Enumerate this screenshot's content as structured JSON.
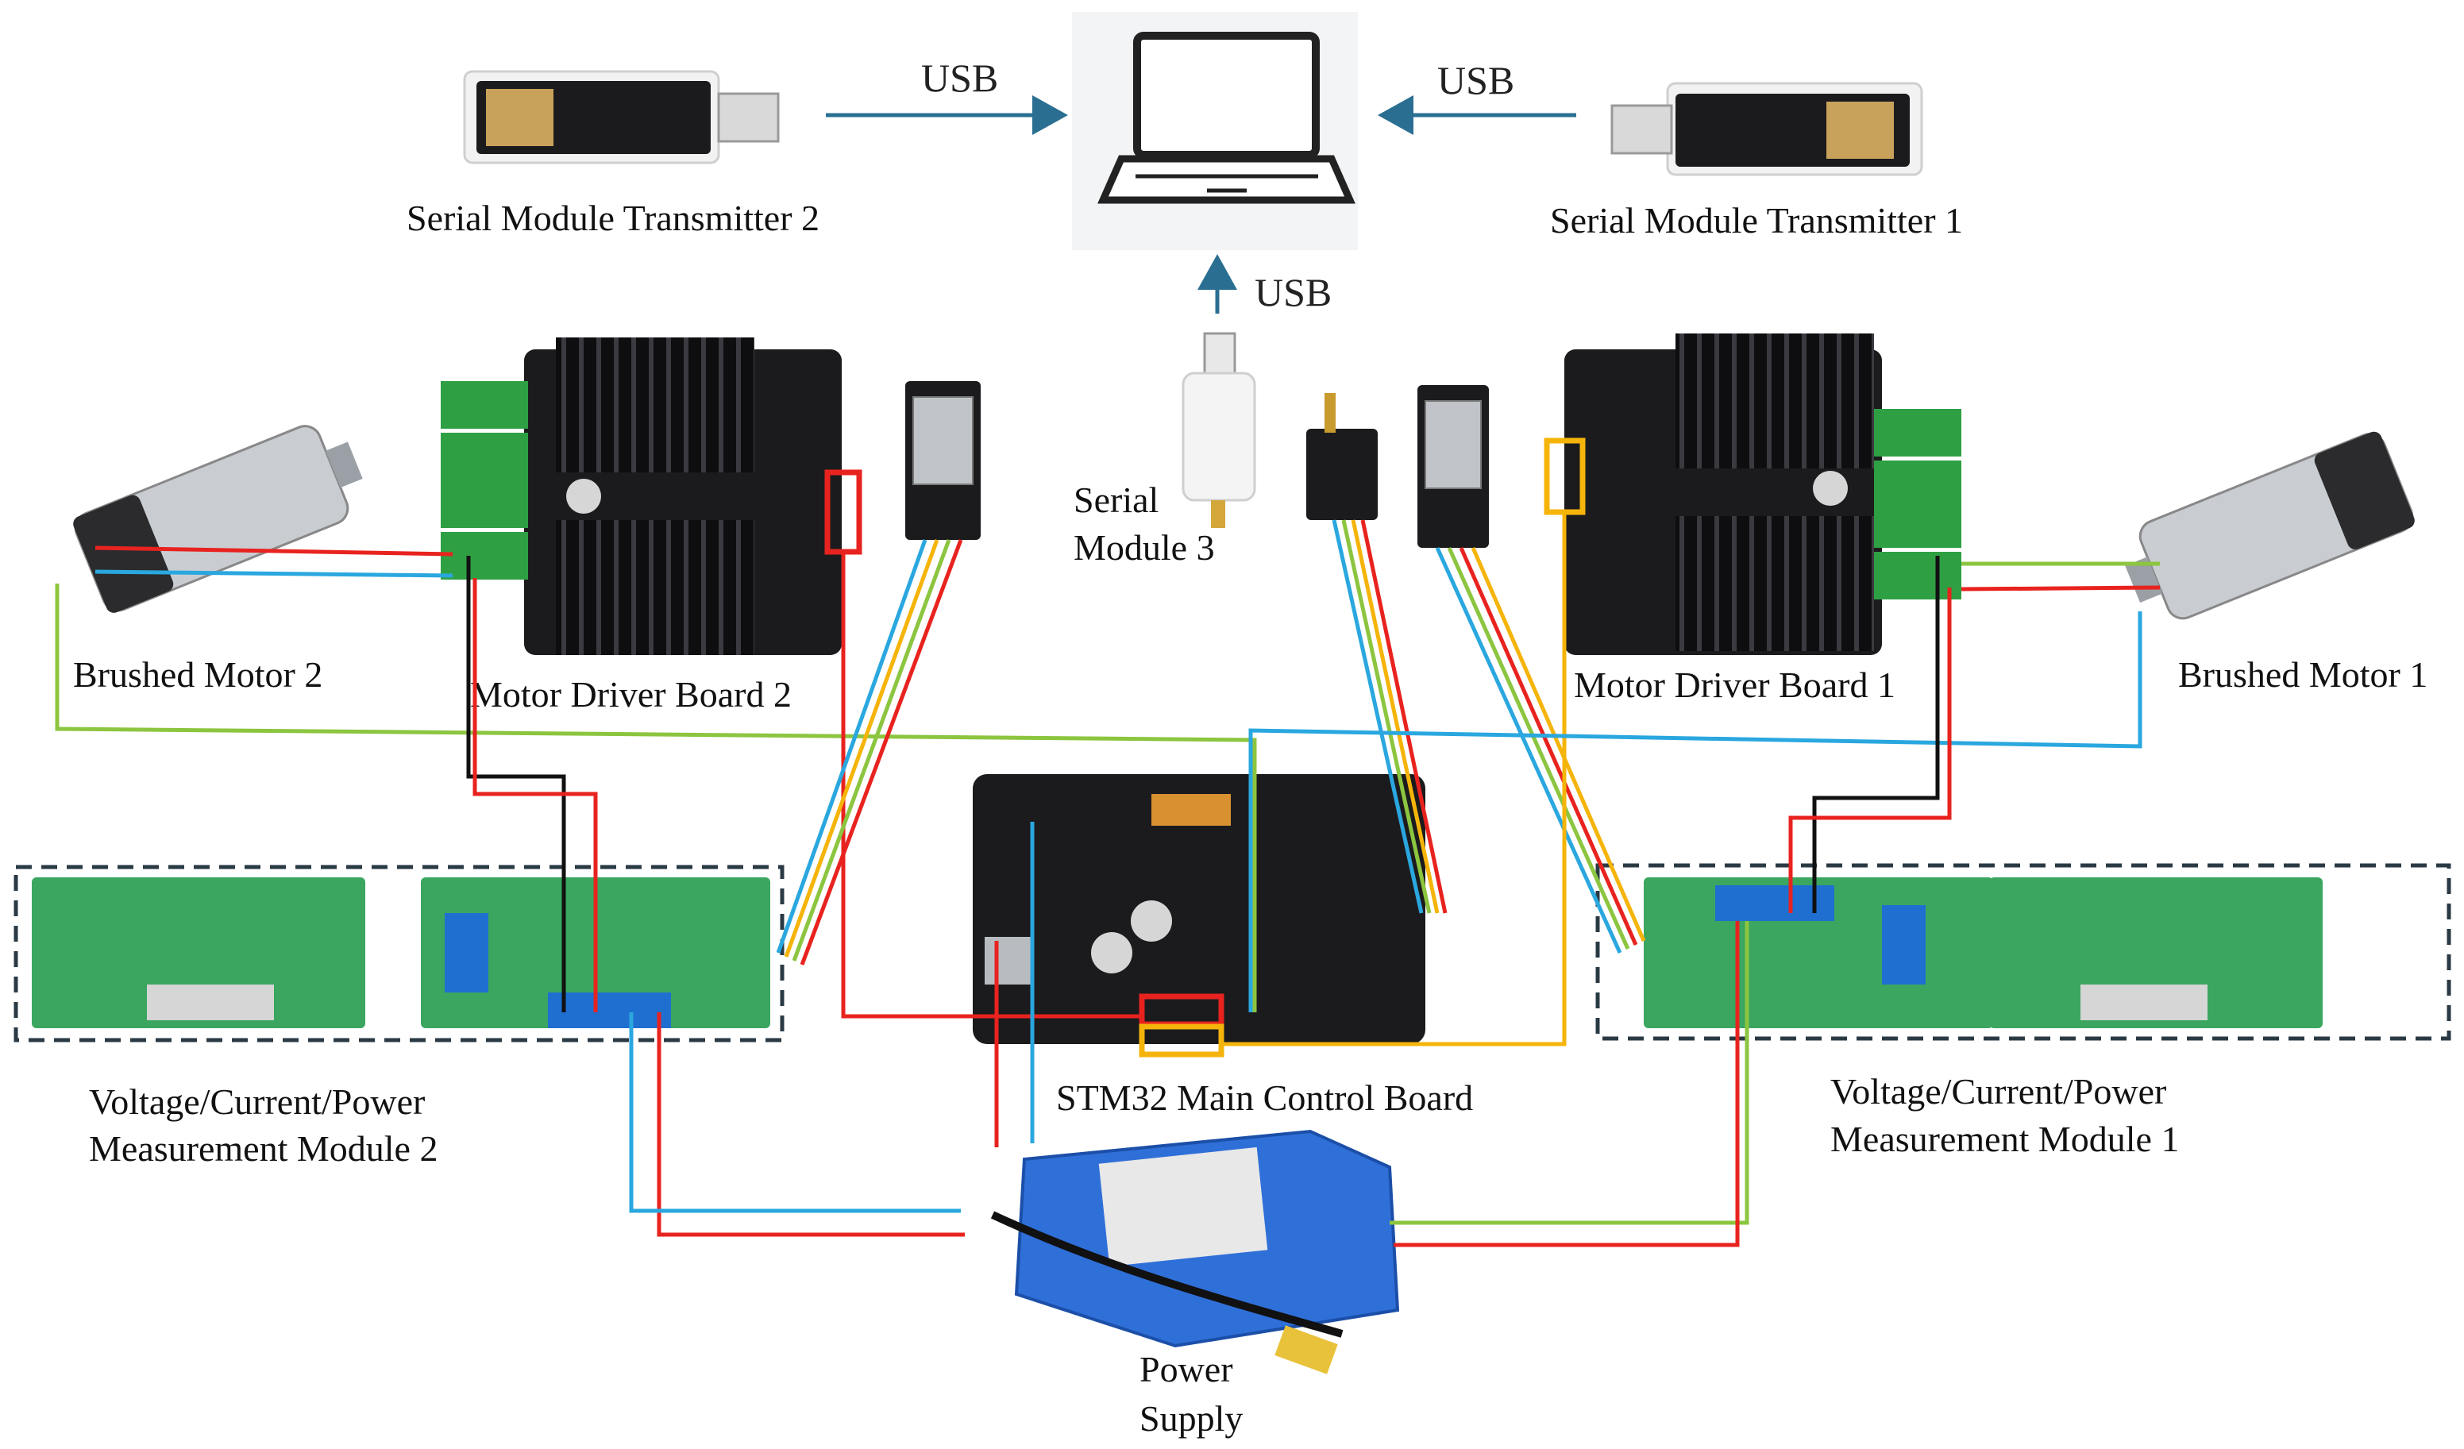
{
  "labels": {
    "usb_left": "USB",
    "usb_right": "USB",
    "usb_center": "USB",
    "transmitter_2": "Serial Module Transmitter 2",
    "transmitter_1": "Serial Module Transmitter 1",
    "serial_module_3_line1": "Serial",
    "serial_module_3_line2": "Module 3",
    "brushed_motor_2": "Brushed Motor 2",
    "brushed_motor_1": "Brushed Motor 1",
    "motor_driver_board_2": "Motor Driver Board 2",
    "motor_driver_board_1": "Motor Driver Board 1",
    "stm32_board": "STM32 Main Control Board",
    "measurement_2_line1": "Voltage/Current/Power",
    "measurement_2_line2": "Measurement Module 2",
    "measurement_1_line1": "Voltage/Current/Power",
    "measurement_1_line2": "Measurement Module 1",
    "power_line1": "Power",
    "power_line2": "Supply"
  },
  "wire_colors": {
    "red": "#e8231f",
    "blue": "#2aa7df",
    "green": "#8cc53f",
    "black": "#111111",
    "orange": "#f5b40a",
    "dark_blue_arrow": "#2a6f92"
  },
  "component_colors": {
    "pcb_black": "#1b1b1d",
    "heatsink": "#0e0e10",
    "terminal_green": "#2ea043",
    "module_green": "#3aa660",
    "relay_blue": "#1f6fd1",
    "battery_blue": "#2f6fd8",
    "motor_silver": "#c9cdd2"
  }
}
